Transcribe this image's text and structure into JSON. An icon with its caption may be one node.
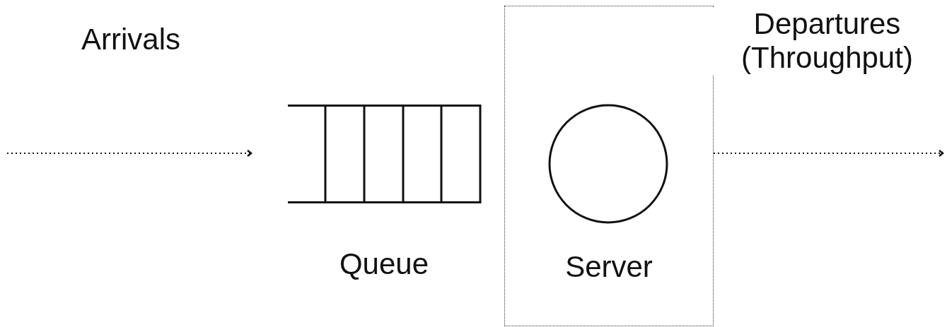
{
  "diagram": {
    "nodes": [
      {
        "text": [
          "Queue"
        ]
      },
      {
        "text": [
          "Server"
        ]
      },
      {
        "text": [],
        "shape": "circle",
        "in": 1
      }
    ],
    "edges": [
      {
        "from": null,
        "to": 0,
        "arrow": "to",
        "label": "Arrivals",
        "style": "dashed"
      },
      {
        "from": 1,
        "to": null,
        "arrow": "to",
        "label": "Departures (Throughput)",
        "style": "dashed"
      }
    ]
  }
}
